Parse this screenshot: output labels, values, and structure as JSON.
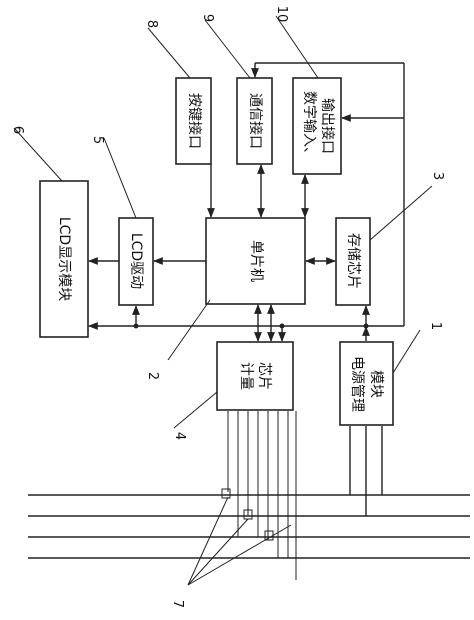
{
  "blocks": {
    "lcd_display": "LCD显示模块",
    "lcd_driver": "LCD驱动",
    "mcu": "单片机",
    "storage": "存储芯片",
    "key_interface": "按键接口",
    "comm_interface": "通信接口",
    "digital_io_line1": "数字输入、",
    "digital_io_line2": "输出接口",
    "metering_line1": "计量",
    "metering_line2": "芯片",
    "power_line1": "电源管理",
    "power_line2": "模块"
  },
  "callouts": {
    "n1": "1",
    "n2": "2",
    "n3": "3",
    "n4": "4",
    "n5": "5",
    "n6": "6",
    "n7": "7",
    "n8": "8",
    "n9": "9",
    "n10": "10"
  }
}
